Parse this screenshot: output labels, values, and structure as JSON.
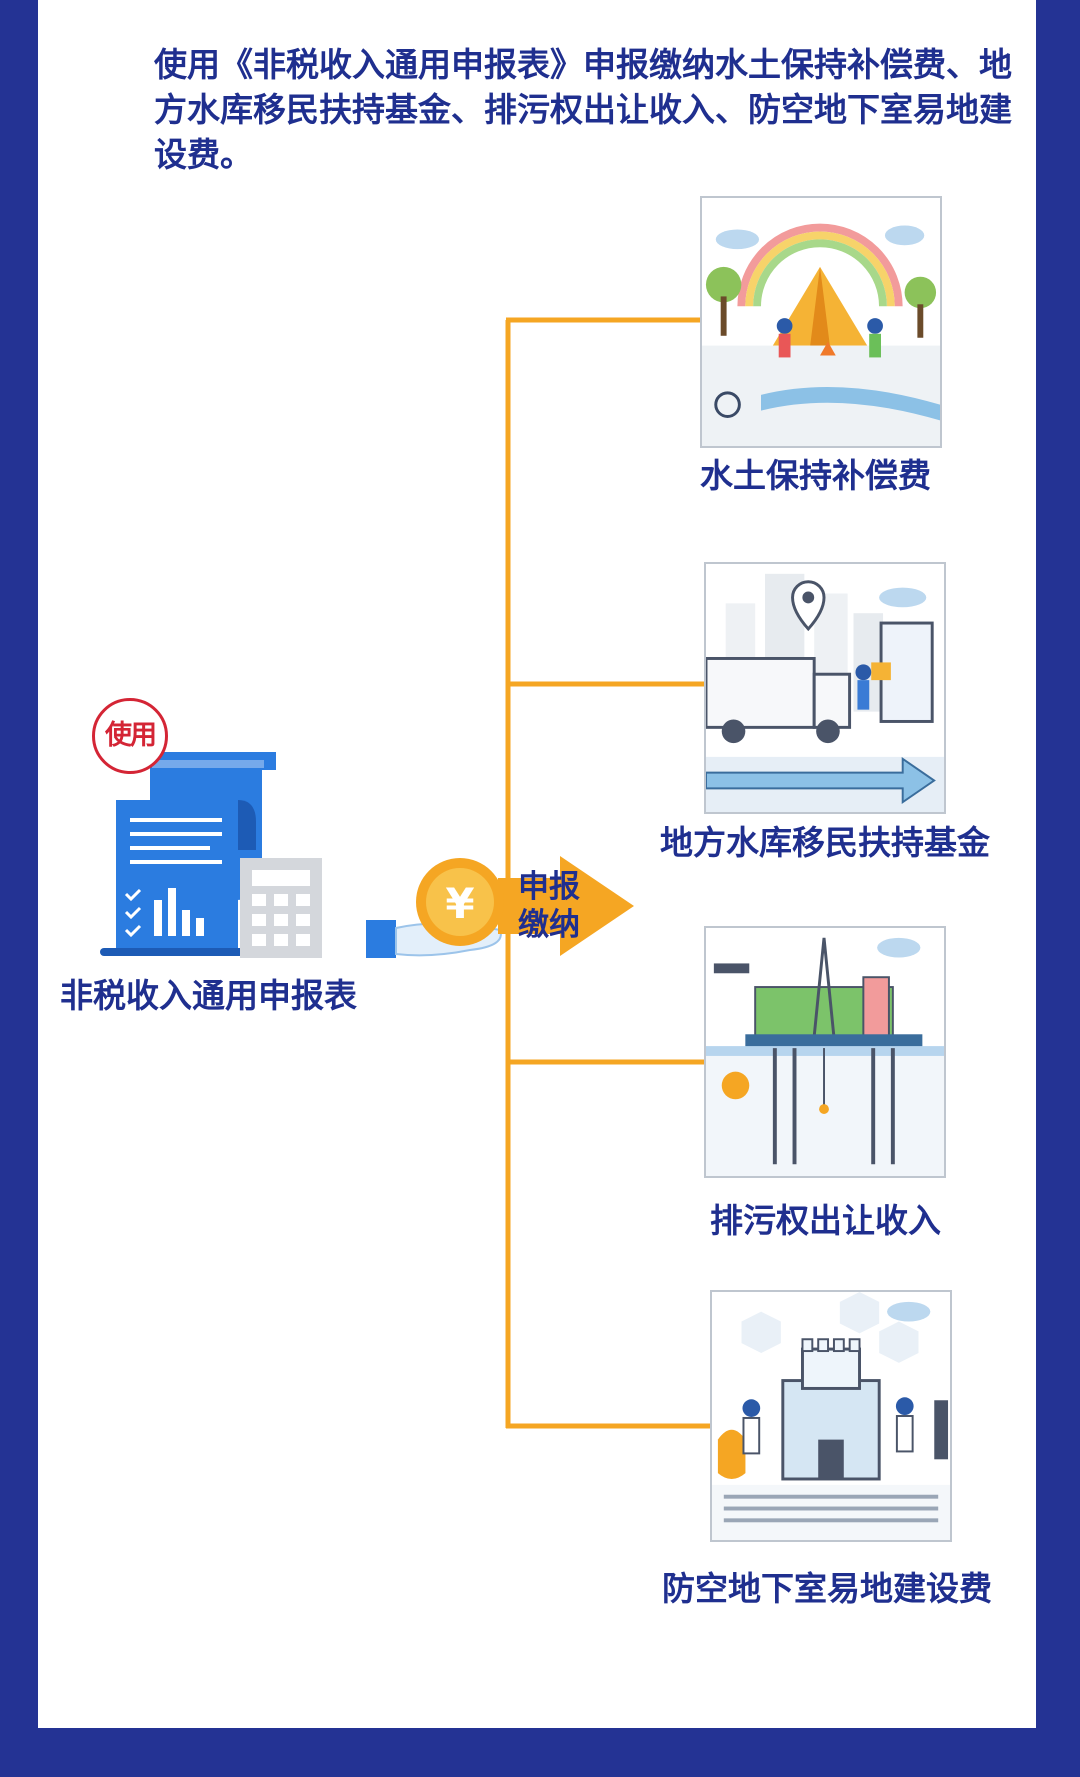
{
  "intro": "使用《非税收入通用申报表》申报缴纳水土保持补偿费、地方水库移民扶持基金、排污权出让收入、防空地下室易地建设费。",
  "stamp": "使用",
  "form_label": "非税收入通用申报表",
  "coin_symbol": "¥",
  "arrow_text": "申报\n缴纳",
  "branches": [
    {
      "label": "水土保持补偿费",
      "icon": "camping-landscape-illustration"
    },
    {
      "label": "地方水库移民扶持基金",
      "icon": "city-relocation-truck-illustration"
    },
    {
      "label": "排污权出让收入",
      "icon": "offshore-oil-platform-illustration"
    },
    {
      "label": "防空地下室易地建设费",
      "icon": "fortress-tower-illustration"
    }
  ],
  "colors": {
    "frame": "#243394",
    "text": "#1f2f8f",
    "connector": "#f5a623",
    "stamp": "#d42535",
    "document": "#2b7ce0"
  }
}
